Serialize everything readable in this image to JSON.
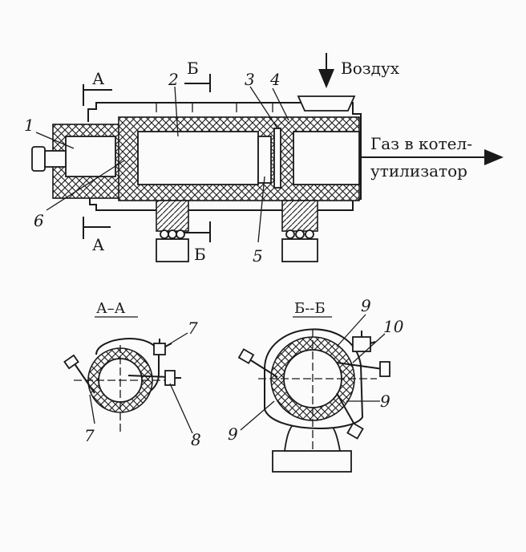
{
  "labels": {
    "air": "Воздух",
    "gas_line1": "Газ в котел-",
    "gas_line2": "утилизатор",
    "section_a_top": "А",
    "section_a_bottom": "А",
    "section_b_top": "Б",
    "section_b_bottom": "Б",
    "n1": "1",
    "n2": "2",
    "n3": "3",
    "n4": "4",
    "n5": "5",
    "n6": "6",
    "aa_title": "А–А",
    "bb_title": "Б--Б",
    "aa_n7_top": "7",
    "aa_n7_bottom": "7",
    "aa_n8": "8",
    "bb_n9_top": "9",
    "bb_n10": "10",
    "bb_n9_right": "9",
    "bb_n9_left": "9"
  },
  "colors": {
    "ink": "#1a1a1a",
    "paper": "#fbfbfb"
  }
}
